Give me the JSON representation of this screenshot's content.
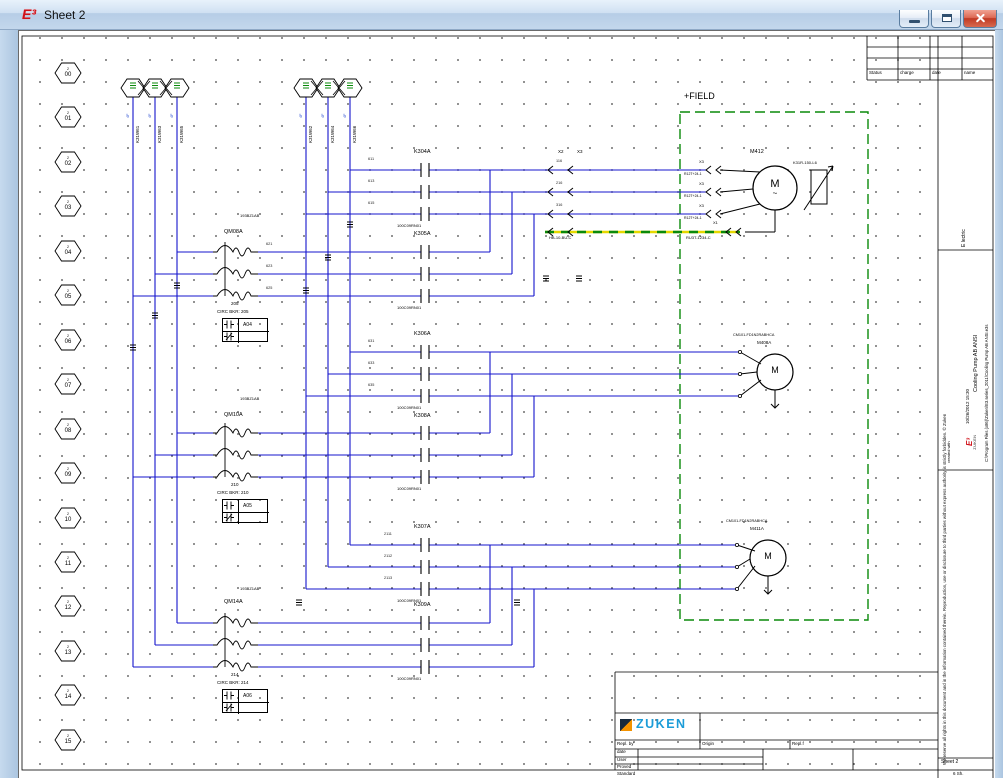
{
  "window": {
    "title": "Sheet 2",
    "logo_glyph": "E³"
  },
  "refs": {
    "sheet": "2",
    "cells": [
      "00",
      "01",
      "02",
      "03",
      "04",
      "05",
      "06",
      "07",
      "08",
      "09",
      "10",
      "11",
      "12",
      "13",
      "14",
      "15"
    ]
  },
  "connectors": {
    "left": [
      {
        "code": "4F",
        "label": "K31W61"
      },
      {
        "code": "4F",
        "label": "K31W63"
      },
      {
        "code": "4F",
        "label": "K31W65"
      }
    ],
    "right": [
      {
        "code": "4F",
        "label": "K31W62"
      },
      {
        "code": "4F",
        "label": "K31W64"
      },
      {
        "code": "4F",
        "label": "K31W66"
      }
    ]
  },
  "relays": [
    {
      "name": "K304A",
      "type": "100C09RN01"
    },
    {
      "name": "K305A",
      "type": "100C09RN01"
    },
    {
      "name": "K306A",
      "type": "100C09RN01"
    },
    {
      "name": "K308A",
      "type": "100C09RN01"
    },
    {
      "name": "K307A",
      "type": "100C09RN01"
    },
    {
      "name": "K309A",
      "type": "100C09RN01"
    }
  ],
  "breakers": [
    {
      "type": "193BZ1AB",
      "name": "QM08A",
      "id": "205",
      "note": "CIRC BKR:  205",
      "cell": "A04"
    },
    {
      "type": "193BZ1AB",
      "name": "QM10A",
      "id": "210",
      "note": "CIRC BKR:  210",
      "cell": "A05"
    },
    {
      "type": "193BZ1AB",
      "name": "QM14A",
      "id": "214",
      "note": "CIRC BKR:  214",
      "cell": "A06"
    }
  ],
  "motors": [
    {
      "name": "M412",
      "symbol": "M",
      "wave": "~",
      "aux": "K31R-150-L6"
    },
    {
      "type": "CM101-FD1N2RABHCA",
      "name": "M408A",
      "symbol": "M"
    },
    {
      "type": "CM101-FD1N2RABHCA",
      "name": "M411A",
      "symbol": "M"
    }
  ],
  "field": {
    "label": "+FIELD"
  },
  "terminals": {
    "x2": "X2",
    "x3": "X3",
    "x1": "X1",
    "pin_type": "R12T+24-1",
    "pe_left": "HB-10-BU-C",
    "pe_right": "RU3T-1234-C"
  },
  "wire_labels": [
    "611",
    "613",
    "615",
    "116",
    "216",
    "316",
    "621",
    "623",
    "625",
    "631",
    "633",
    "635",
    "2111",
    "2112",
    "2113"
  ],
  "rev_table": {
    "headers": [
      "Status",
      "charge",
      "date",
      "name"
    ]
  },
  "side_block": {
    "discipline": "E lectric",
    "project": "Cooling Pump AB ANSI",
    "path": "C:\\Program Files (x86)\\Zuken\\E3.series_2011\\Cooling Pump AB ANSI.e3s",
    "datetime": "10/26/2012 15:30",
    "created_with": "created with",
    "logo_e3": "E³",
    "logo_zuken": "ZUKEN",
    "disclaimer": "We reserve all rights in this document and in the information contained therein. Reproduction, use or disclosure to third parties without express authority is strictly forbidden.",
    "copyright": "© Zuken"
  },
  "title_block": {
    "zuken_logo": "ZUKEN",
    "repl_by": "Repl. by",
    "origin": "Origin",
    "repl_f": "Repl.f",
    "rows": [
      "date",
      "User",
      "Proved",
      "Standard"
    ],
    "sheet": "Sheet 2",
    "sheet_count": "6 Sh."
  }
}
